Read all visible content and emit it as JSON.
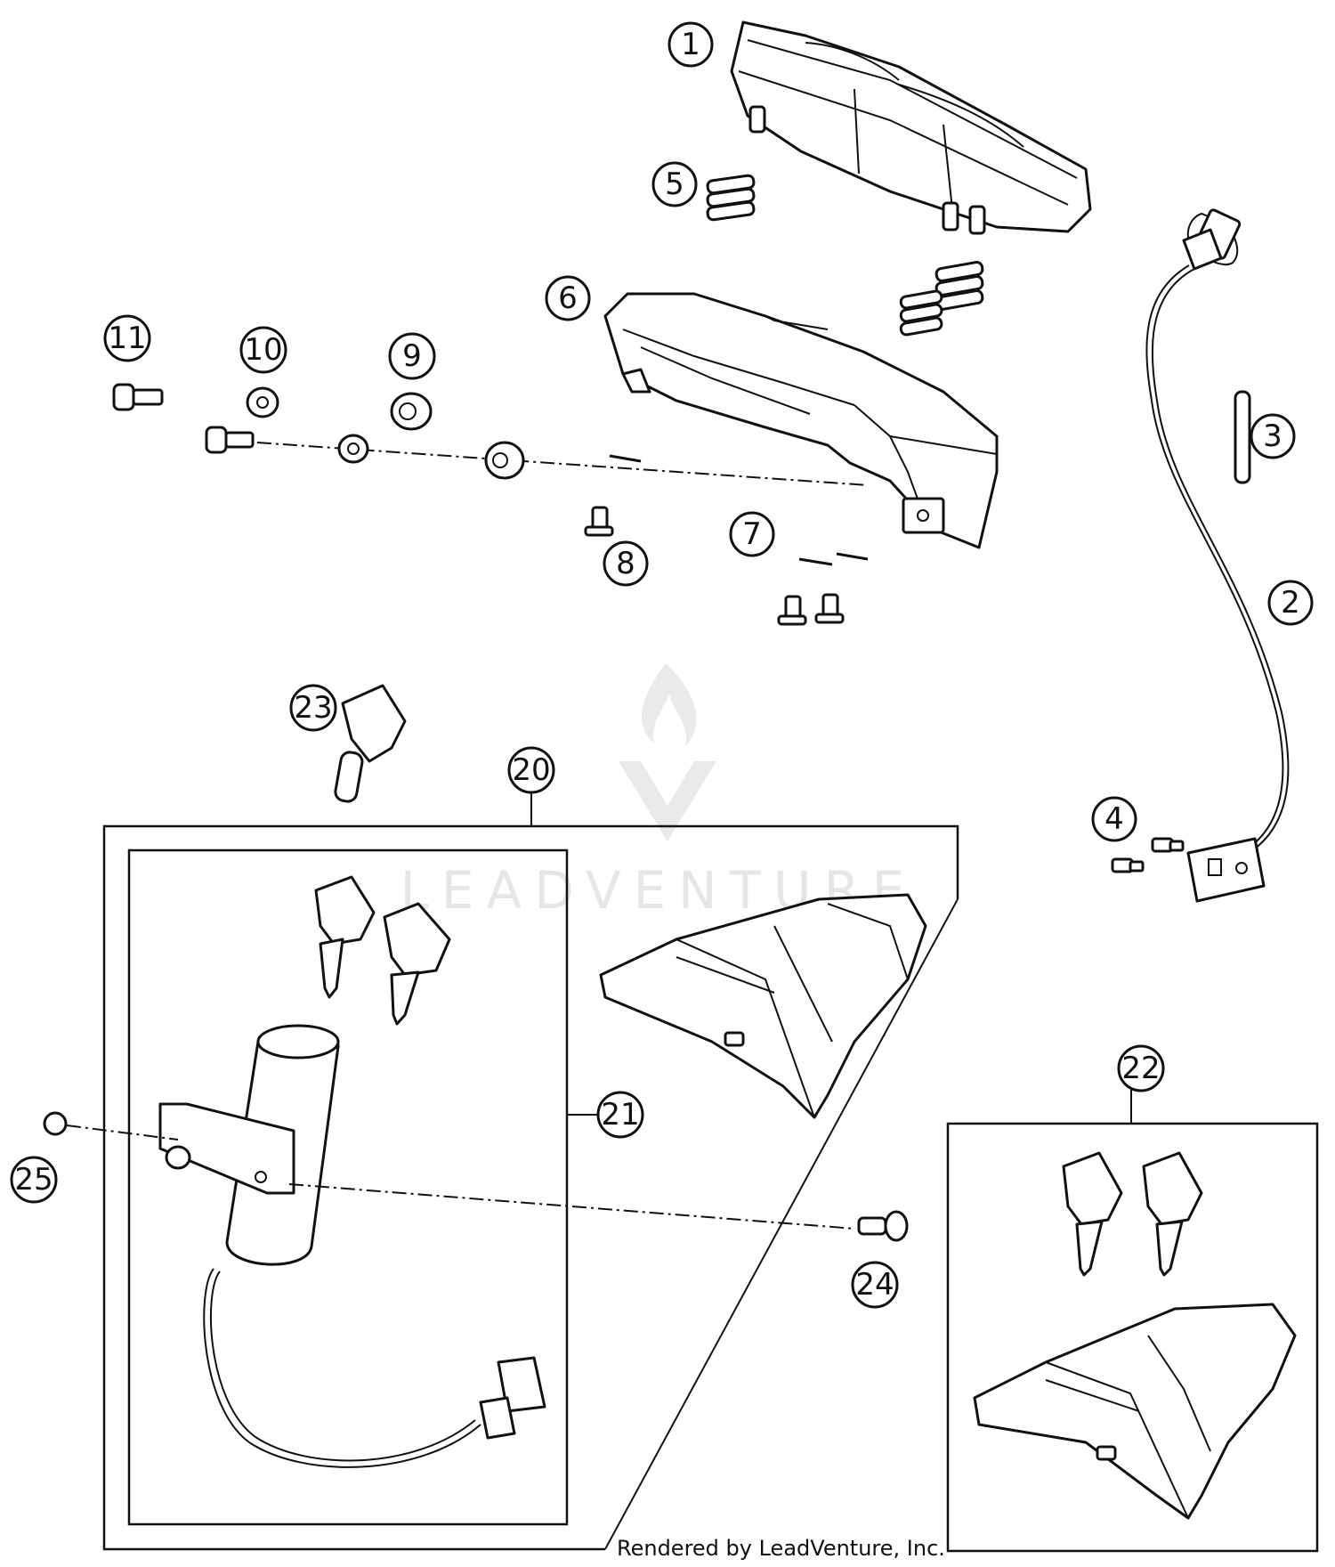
{
  "callouts": {
    "c1": "1",
    "c2": "2",
    "c3": "3",
    "c4": "4",
    "c5": "5",
    "c6": "6",
    "c7": "7",
    "c8": "8",
    "c9": "9",
    "c10": "10",
    "c11": "11",
    "c20": "20",
    "c21": "21",
    "c22": "22",
    "c23": "23",
    "c24": "24",
    "c25": "25"
  },
  "watermark": {
    "brand": "LEADVENTURE"
  },
  "footer": {
    "credit": "Rendered by LeadVenture, Inc."
  }
}
